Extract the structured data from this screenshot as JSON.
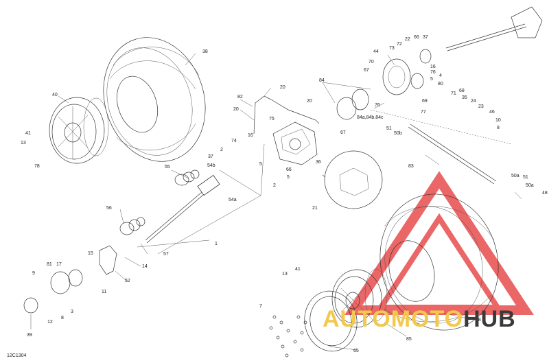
{
  "diagram_code": "12C1304",
  "watermark": {
    "left": "AUTOMOTO",
    "right": "HUB",
    "triangle_color": "#e84c4c",
    "left_color": "#f2c94c",
    "right_color": "#3a3a3a"
  },
  "labels": [
    {
      "id": "l38a",
      "text": "38"
    },
    {
      "id": "l40",
      "text": "40"
    },
    {
      "id": "l41a",
      "text": "41"
    },
    {
      "id": "l13a",
      "text": "13"
    },
    {
      "id": "l78",
      "text": "78"
    },
    {
      "id": "l82",
      "text": "82"
    },
    {
      "id": "l20a",
      "text": "20"
    },
    {
      "id": "l20b",
      "text": "20"
    },
    {
      "id": "l20c",
      "text": "20"
    },
    {
      "id": "l84",
      "text": "84"
    },
    {
      "id": "l44",
      "text": "44"
    },
    {
      "id": "l73",
      "text": "73"
    },
    {
      "id": "l22",
      "text": "22"
    },
    {
      "id": "l66a",
      "text": "66"
    },
    {
      "id": "l37a",
      "text": "37"
    },
    {
      "id": "l72",
      "text": "72"
    },
    {
      "id": "l70",
      "text": "70"
    },
    {
      "id": "l67a",
      "text": "67"
    },
    {
      "id": "l16a",
      "text": "16"
    },
    {
      "id": "l76a",
      "text": "76"
    },
    {
      "id": "l4",
      "text": "4"
    },
    {
      "id": "l5a",
      "text": "5"
    },
    {
      "id": "l80",
      "text": "80"
    },
    {
      "id": "l71",
      "text": "71"
    },
    {
      "id": "l68",
      "text": "68"
    },
    {
      "id": "l69",
      "text": "69"
    },
    {
      "id": "l35",
      "text": "35"
    },
    {
      "id": "l24",
      "text": "24"
    },
    {
      "id": "l77",
      "text": "77"
    },
    {
      "id": "l23",
      "text": "23"
    },
    {
      "id": "l46",
      "text": "46"
    },
    {
      "id": "l10",
      "text": "10"
    },
    {
      "id": "l8a",
      "text": "8"
    },
    {
      "id": "l76b",
      "text": "76"
    },
    {
      "id": "l84abc",
      "text": "84a,84b,84c"
    },
    {
      "id": "l51a",
      "text": "51"
    },
    {
      "id": "l50b",
      "text": "50b"
    },
    {
      "id": "l67b",
      "text": "67"
    },
    {
      "id": "l75",
      "text": "75"
    },
    {
      "id": "l74",
      "text": "74"
    },
    {
      "id": "l16b",
      "text": "16"
    },
    {
      "id": "l36",
      "text": "36"
    },
    {
      "id": "l2a",
      "text": "2"
    },
    {
      "id": "l37b",
      "text": "37"
    },
    {
      "id": "l54b",
      "text": "54b"
    },
    {
      "id": "l5b",
      "text": "5"
    },
    {
      "id": "l66b",
      "text": "66"
    },
    {
      "id": "l5c",
      "text": "5"
    },
    {
      "id": "l2b",
      "text": "2"
    },
    {
      "id": "l55",
      "text": "55"
    },
    {
      "id": "l54a",
      "text": "54a"
    },
    {
      "id": "l83",
      "text": "83"
    },
    {
      "id": "l50a",
      "text": "50a"
    },
    {
      "id": "l51b",
      "text": "51"
    },
    {
      "id": "l50c",
      "text": "50a"
    },
    {
      "id": "l48",
      "text": "48"
    },
    {
      "id": "l21",
      "text": "21"
    },
    {
      "id": "l56",
      "text": "56"
    },
    {
      "id": "l1",
      "text": "1"
    },
    {
      "id": "l57",
      "text": "57"
    },
    {
      "id": "l15",
      "text": "15"
    },
    {
      "id": "l14",
      "text": "14"
    },
    {
      "id": "l52",
      "text": "52"
    },
    {
      "id": "l81",
      "text": "81"
    },
    {
      "id": "l17",
      "text": "17"
    },
    {
      "id": "l9",
      "text": "9"
    },
    {
      "id": "l11",
      "text": "11"
    },
    {
      "id": "l3",
      "text": "3"
    },
    {
      "id": "l8b",
      "text": "8"
    },
    {
      "id": "l12",
      "text": "12"
    },
    {
      "id": "l39",
      "text": "39"
    },
    {
      "id": "l41b",
      "text": "41"
    },
    {
      "id": "l13b",
      "text": "13"
    },
    {
      "id": "l7",
      "text": "7"
    },
    {
      "id": "l38b",
      "text": "38"
    },
    {
      "id": "l85",
      "text": "85"
    },
    {
      "id": "l65",
      "text": "65"
    }
  ]
}
